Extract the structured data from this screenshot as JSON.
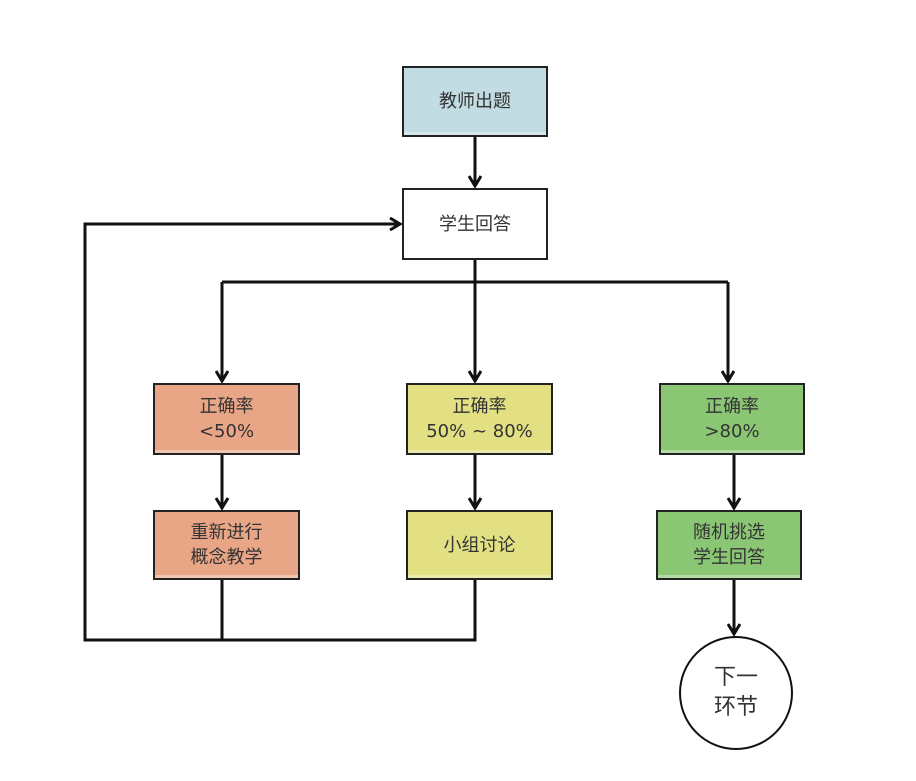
{
  "colors": {
    "teacher": "#c1dce3",
    "answer": "#ffffff",
    "low": "#e9a686",
    "mid": "#e2e083",
    "high": "#8bc675",
    "line": "#111111"
  },
  "nodes": {
    "teacher_question": {
      "lines": [
        "教师出题"
      ]
    },
    "student_answer": {
      "lines": [
        "学生回答"
      ]
    },
    "low_rate": {
      "lines": [
        "正确率",
        "<50%"
      ]
    },
    "mid_rate": {
      "lines": [
        "正确率",
        "50% ~ 80%"
      ]
    },
    "high_rate": {
      "lines": [
        "正确率",
        ">80%"
      ]
    },
    "reteach": {
      "lines": [
        "重新进行",
        "概念教学"
      ]
    },
    "group_discussion": {
      "lines": [
        "小组讨论"
      ]
    },
    "random_pick": {
      "lines": [
        "随机挑选",
        "学生回答"
      ]
    },
    "next_stage": {
      "lines": [
        "下一",
        "环节"
      ]
    }
  }
}
